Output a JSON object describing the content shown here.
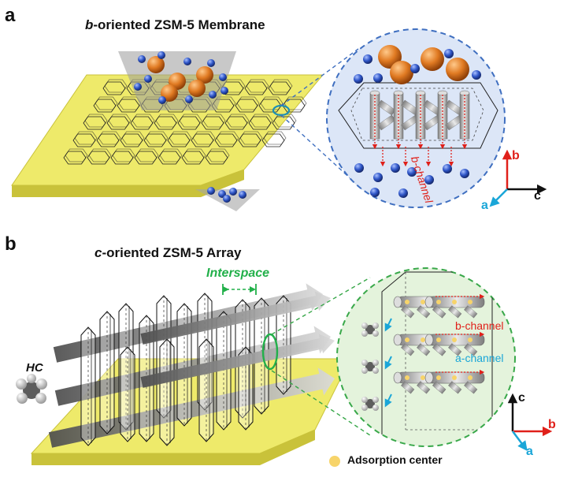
{
  "panel_a": {
    "letter": "a",
    "title_italic": "b",
    "title_rest": "-oriented ZSM-5 Membrane",
    "inset_channel_label": "b-channel",
    "axes": {
      "b": "b",
      "c": "c",
      "a": "a"
    }
  },
  "panel_b": {
    "letter": "b",
    "title_italic": "c",
    "title_rest": "-oriented ZSM-5 Array",
    "interspace_label": "Interspace",
    "hc_label": "HC",
    "inset_b_channel_label": "b-channel",
    "inset_a_channel_label": "a-channel",
    "axes": {
      "c": "c",
      "b": "b",
      "a": "a"
    },
    "legend_label": "Adsorption center"
  },
  "colors": {
    "substrate": "#eeea6a",
    "substrate_side": "#c9c23a",
    "sphere_orange": "#e07a22",
    "sphere_blue": "#2f56c8",
    "inset_a_fill": "#dce6f7",
    "inset_a_border": "#3f6fc0",
    "inset_b_fill": "#e4f3dc",
    "inset_b_border": "#39a84a",
    "red": "#e0201a",
    "cyan": "#1aa6d8",
    "green_label": "#22b04a",
    "adsorption": "#f7d46a"
  }
}
